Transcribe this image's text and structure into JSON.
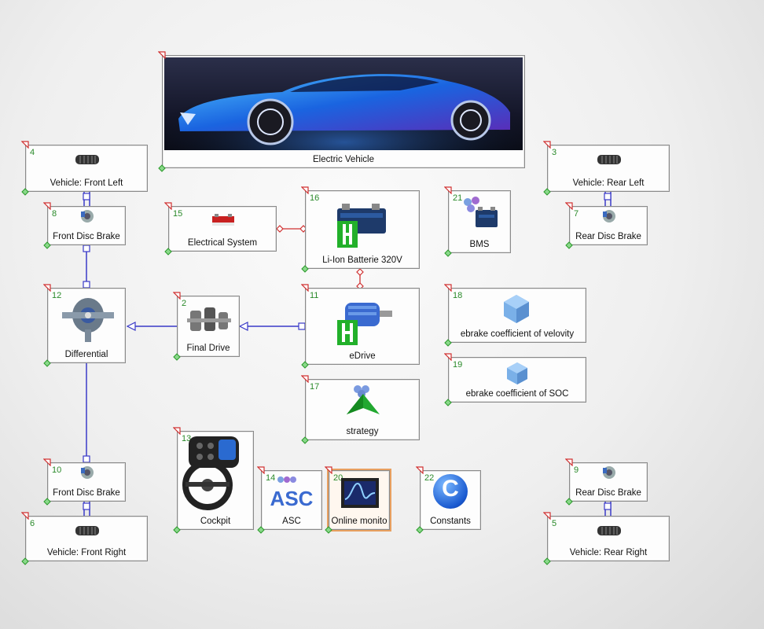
{
  "colors": {
    "wire_mech": "#3a3ac8",
    "wire_elec": "#d03030",
    "block_id": "#2a8a2a",
    "selected_outline": "#e8a060"
  },
  "blocks": {
    "ev": {
      "id": "",
      "label": "Electric Vehicle",
      "icon": "car-image"
    },
    "fl_vehicle": {
      "id": "4",
      "label": "Vehicle: Front Left",
      "icon": "tire-icon"
    },
    "rl_vehicle": {
      "id": "3",
      "label": "Vehicle: Rear Left",
      "icon": "tire-icon"
    },
    "fl_brake": {
      "id": "8",
      "label": "Front Disc Brake",
      "icon": "disc-brake-icon"
    },
    "elec_sys": {
      "id": "15",
      "label": "Electrical System",
      "icon": "electrical-system-icon"
    },
    "battery": {
      "id": "16",
      "label": "Li-Ion Batterie 320V",
      "icon": "battery-icon"
    },
    "bms": {
      "id": "21",
      "label": "BMS",
      "icon": "bms-icon"
    },
    "rl_brake": {
      "id": "7",
      "label": "Rear Disc Brake",
      "icon": "disc-brake-icon"
    },
    "differential": {
      "id": "12",
      "label": "Differential",
      "icon": "differential-icon"
    },
    "final_drive": {
      "id": "2",
      "label": "Final Drive",
      "icon": "gear-icon"
    },
    "edrive": {
      "id": "11",
      "label": "eDrive",
      "icon": "electric-motor-icon"
    },
    "ebrake_vel": {
      "id": "18",
      "label": "ebrake coefficient of velovity",
      "icon": "cube-icon"
    },
    "ebrake_soc": {
      "id": "19",
      "label": "ebrake coefficient of SOC",
      "icon": "cube-icon"
    },
    "strategy": {
      "id": "17",
      "label": "strategy",
      "icon": "strategy-icon"
    },
    "cockpit": {
      "id": "13",
      "label": "Cockpit",
      "icon": "steering-wheel-icon"
    },
    "asc": {
      "id": "14",
      "label": "ASC",
      "icon": "asc-icon",
      "icon_text": "ASC"
    },
    "online_monitor": {
      "id": "20",
      "label": "Online monito",
      "icon": "monitor-icon"
    },
    "constants": {
      "id": "22",
      "label": "Constants",
      "icon": "constants-icon",
      "icon_text": "C"
    },
    "fr_brake": {
      "id": "10",
      "label": "Front Disc Brake",
      "icon": "disc-brake-icon"
    },
    "fr_vehicle": {
      "id": "6",
      "label": "Vehicle: Front Right",
      "icon": "tire-icon"
    },
    "rr_brake": {
      "id": "9",
      "label": "Rear Disc Brake",
      "icon": "disc-brake-icon"
    },
    "rr_vehicle": {
      "id": "5",
      "label": "Vehicle: Rear Right",
      "icon": "tire-icon"
    }
  }
}
